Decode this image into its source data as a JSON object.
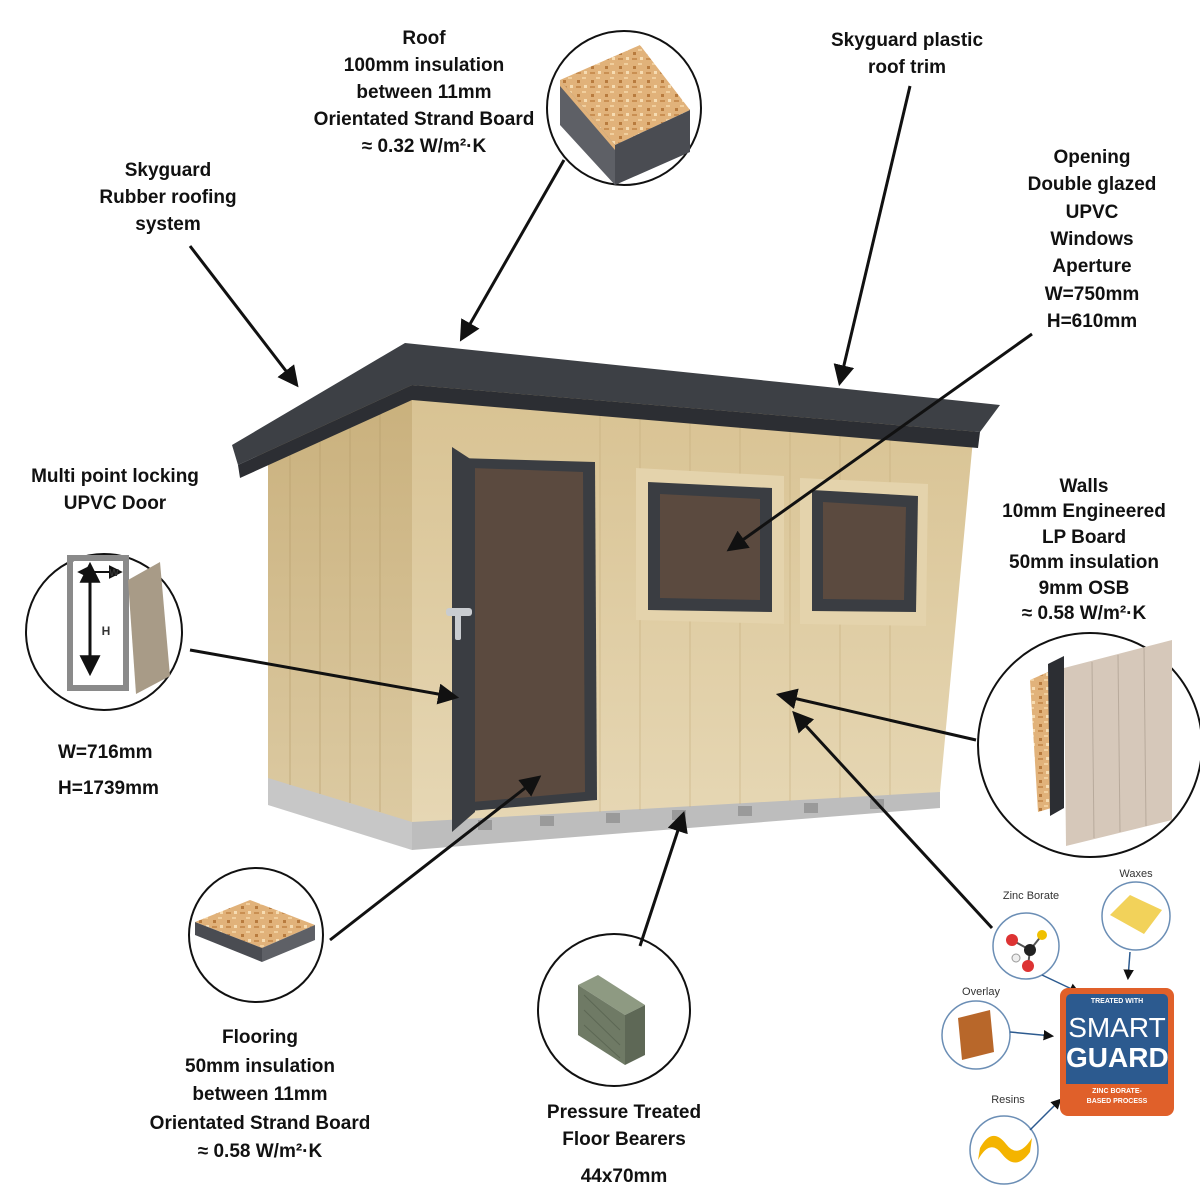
{
  "labels": {
    "roof": "Roof\n100mm insulation\nbetween 11mm\nOrientated Strand Board\n≈ 0.32 W/m²·K",
    "rubber_roofing": "Skyguard\nRubber roofing\nsystem",
    "roof_trim": "Skyguard plastic\nroof trim",
    "windows": "Opening\nDouble glazed\nUPVC\nWindows\nAperture\nW=750mm\nH=610mm",
    "door": "Multi point locking\nUPVC Door",
    "door_width": "W=716mm",
    "door_height": "H=1739mm",
    "walls": "Walls\n10mm Engineered\nLP Board\n50mm insulation\n9mm OSB\n≈ 0.58 W/m²·K",
    "flooring": "Flooring\n50mm insulation\nbetween 11mm\nOrientated Strand Board\n≈ 0.58 W/m²·K",
    "bearers": "Pressure Treated\nFloor Bearers",
    "bearers_size": "44x70mm"
  },
  "door_diagram": {
    "w_mark": "W",
    "h_mark": "H"
  },
  "smartguard": {
    "zinc_borate": "Zinc Borate",
    "waxes": "Waxes",
    "overlay": "Overlay",
    "resins": "Resins",
    "treated_with": "TREATED WITH",
    "brand_top": "SMART",
    "brand_bottom": "GUARD",
    "process_line1": "ZINC BORATE-",
    "process_line2": "BASED PROCESS"
  },
  "colors": {
    "cladding": "#d9c49a",
    "roof": "#3d4045",
    "frame": "#3a3d42",
    "badge_blue": "#2c5a8f",
    "badge_orange": "#e0602a"
  }
}
